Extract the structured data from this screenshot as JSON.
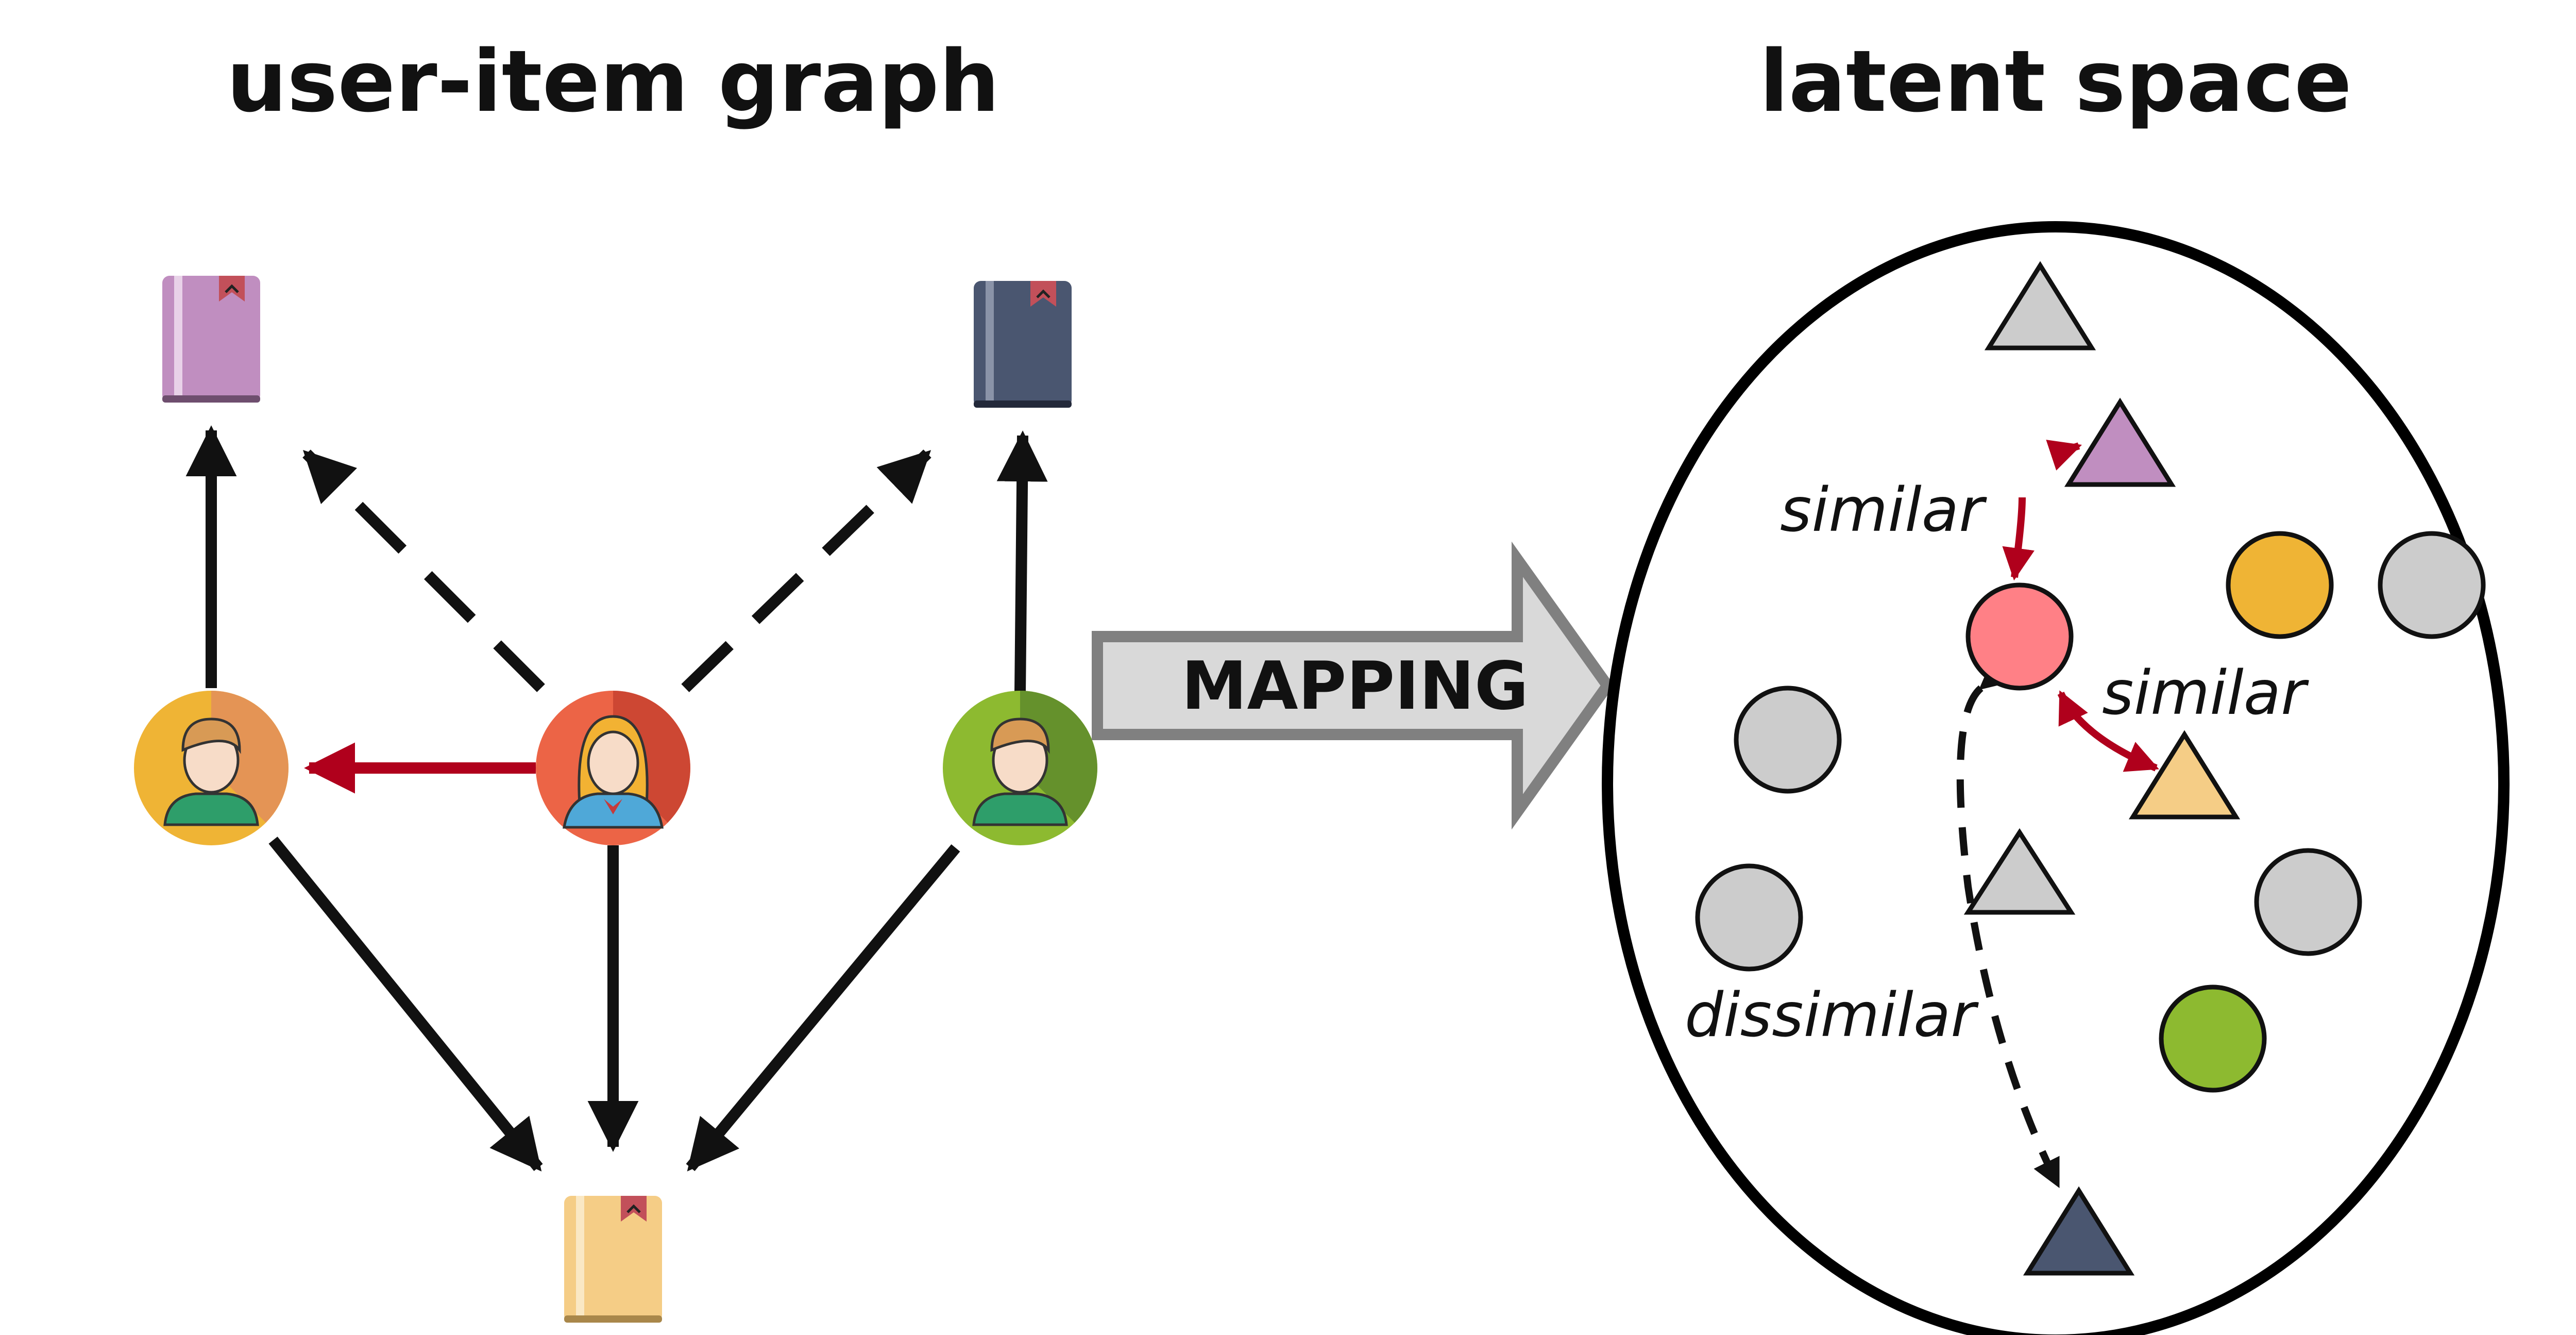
{
  "titles": {
    "left": "user-item graph",
    "right": "latent space"
  },
  "arrow_label": "MAPPING",
  "latent_labels": {
    "similar_top": "similar",
    "similar_right": "similar",
    "dissimilar": "dissimilar"
  },
  "nodes": {
    "users": [
      {
        "name": "user-left",
        "color": "#EFB435"
      },
      {
        "name": "user-center",
        "color": "#EC6446"
      },
      {
        "name": "user-right",
        "color": "#8DBA30"
      }
    ],
    "items": [
      {
        "name": "book-purple",
        "color": "#C08EC0"
      },
      {
        "name": "book-navy",
        "color": "#4A5670"
      },
      {
        "name": "book-yellow",
        "color": "#F5CD86"
      }
    ]
  },
  "colors": {
    "highlight_edge": "#B0001C",
    "black_edge": "#111111",
    "gray_embedding": "#CCCCCC",
    "red_user_embedding": "#FF8086",
    "orange_user_embedding": "#EFB435",
    "green_user_embedding": "#8DBA30",
    "purple_item_embedding": "#C08EC0",
    "yellow_item_embedding": "#F5CD86",
    "navy_item_embedding": "#4A5670",
    "mapping_arrow_fill": "#D9D9D9",
    "mapping_arrow_stroke": "#808080"
  }
}
